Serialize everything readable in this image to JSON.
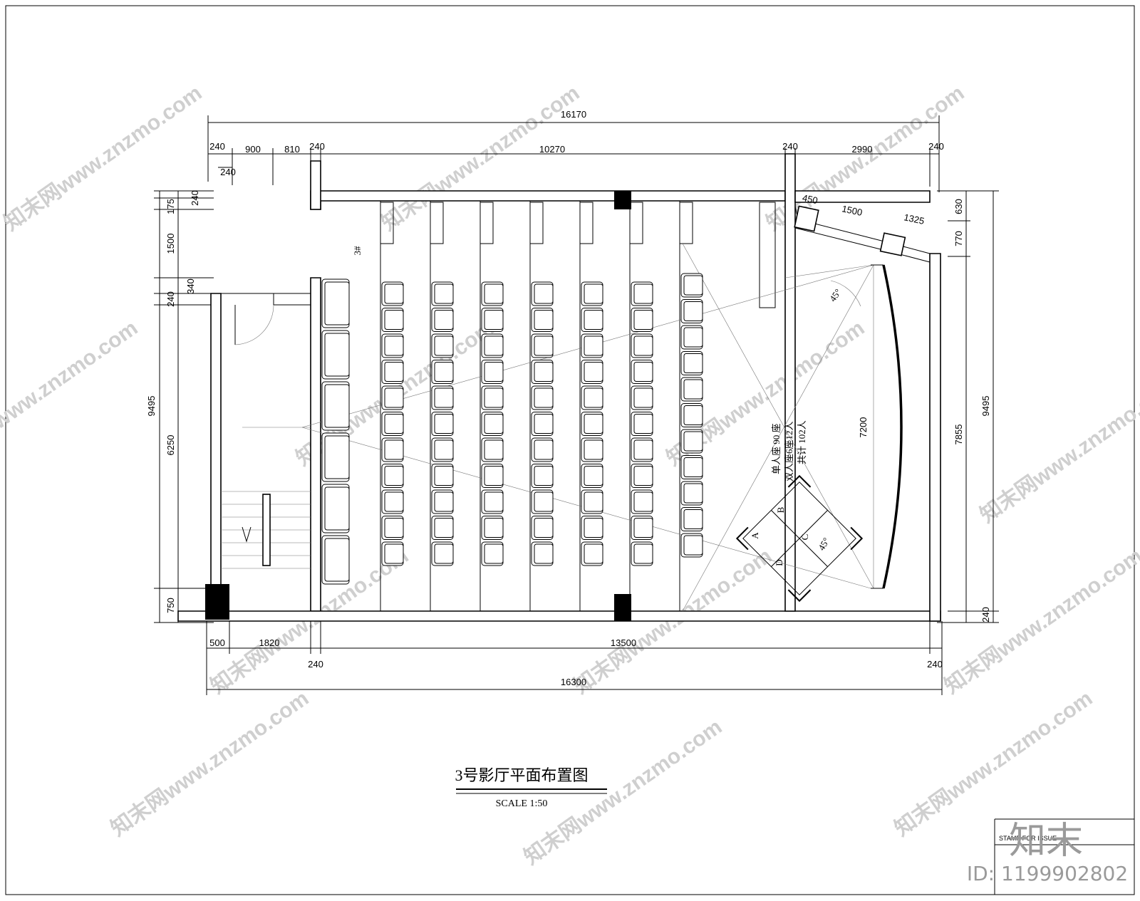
{
  "drawing": {
    "title": "3号影厅平面布置图",
    "scale": "SCALE   1:50",
    "room_label": "3#",
    "capacity_notes": [
      "单人座 90 座",
      "双人座6座12人",
      "共计 102人"
    ],
    "angle_labels": [
      "45°",
      "45°"
    ],
    "quadrant_labels": [
      "A",
      "B",
      "C",
      "D"
    ],
    "titleblock_text": "STAMP FOR ISSUE"
  },
  "dimensions": {
    "top_total": "16170",
    "top_segments": [
      "240",
      "900",
      "810",
      "240",
      "10270",
      "240",
      "2990",
      "240"
    ],
    "top_extra": "240",
    "left_total": "9495",
    "left_segments": [
      "175",
      "240",
      "1500",
      "340",
      "240",
      "6250",
      "750"
    ],
    "right_total": "9495",
    "right_segments": [
      "630",
      "770",
      "7855",
      "240"
    ],
    "screen_room": [
      "450",
      "1500",
      "1325"
    ],
    "screen_width": "7200",
    "bottom_total": "16300",
    "bottom_segments": [
      "500",
      "1820",
      "13500"
    ],
    "bottom_lower": [
      "240",
      "240"
    ]
  },
  "seating": {
    "double_seats_count": 6,
    "single_rows": 7,
    "seats_per_row": 11,
    "last_row_seats": 11
  },
  "watermark": {
    "text": "知末网www.znzmo.com",
    "brand": "知末",
    "id_text": "ID: 1199902802"
  }
}
